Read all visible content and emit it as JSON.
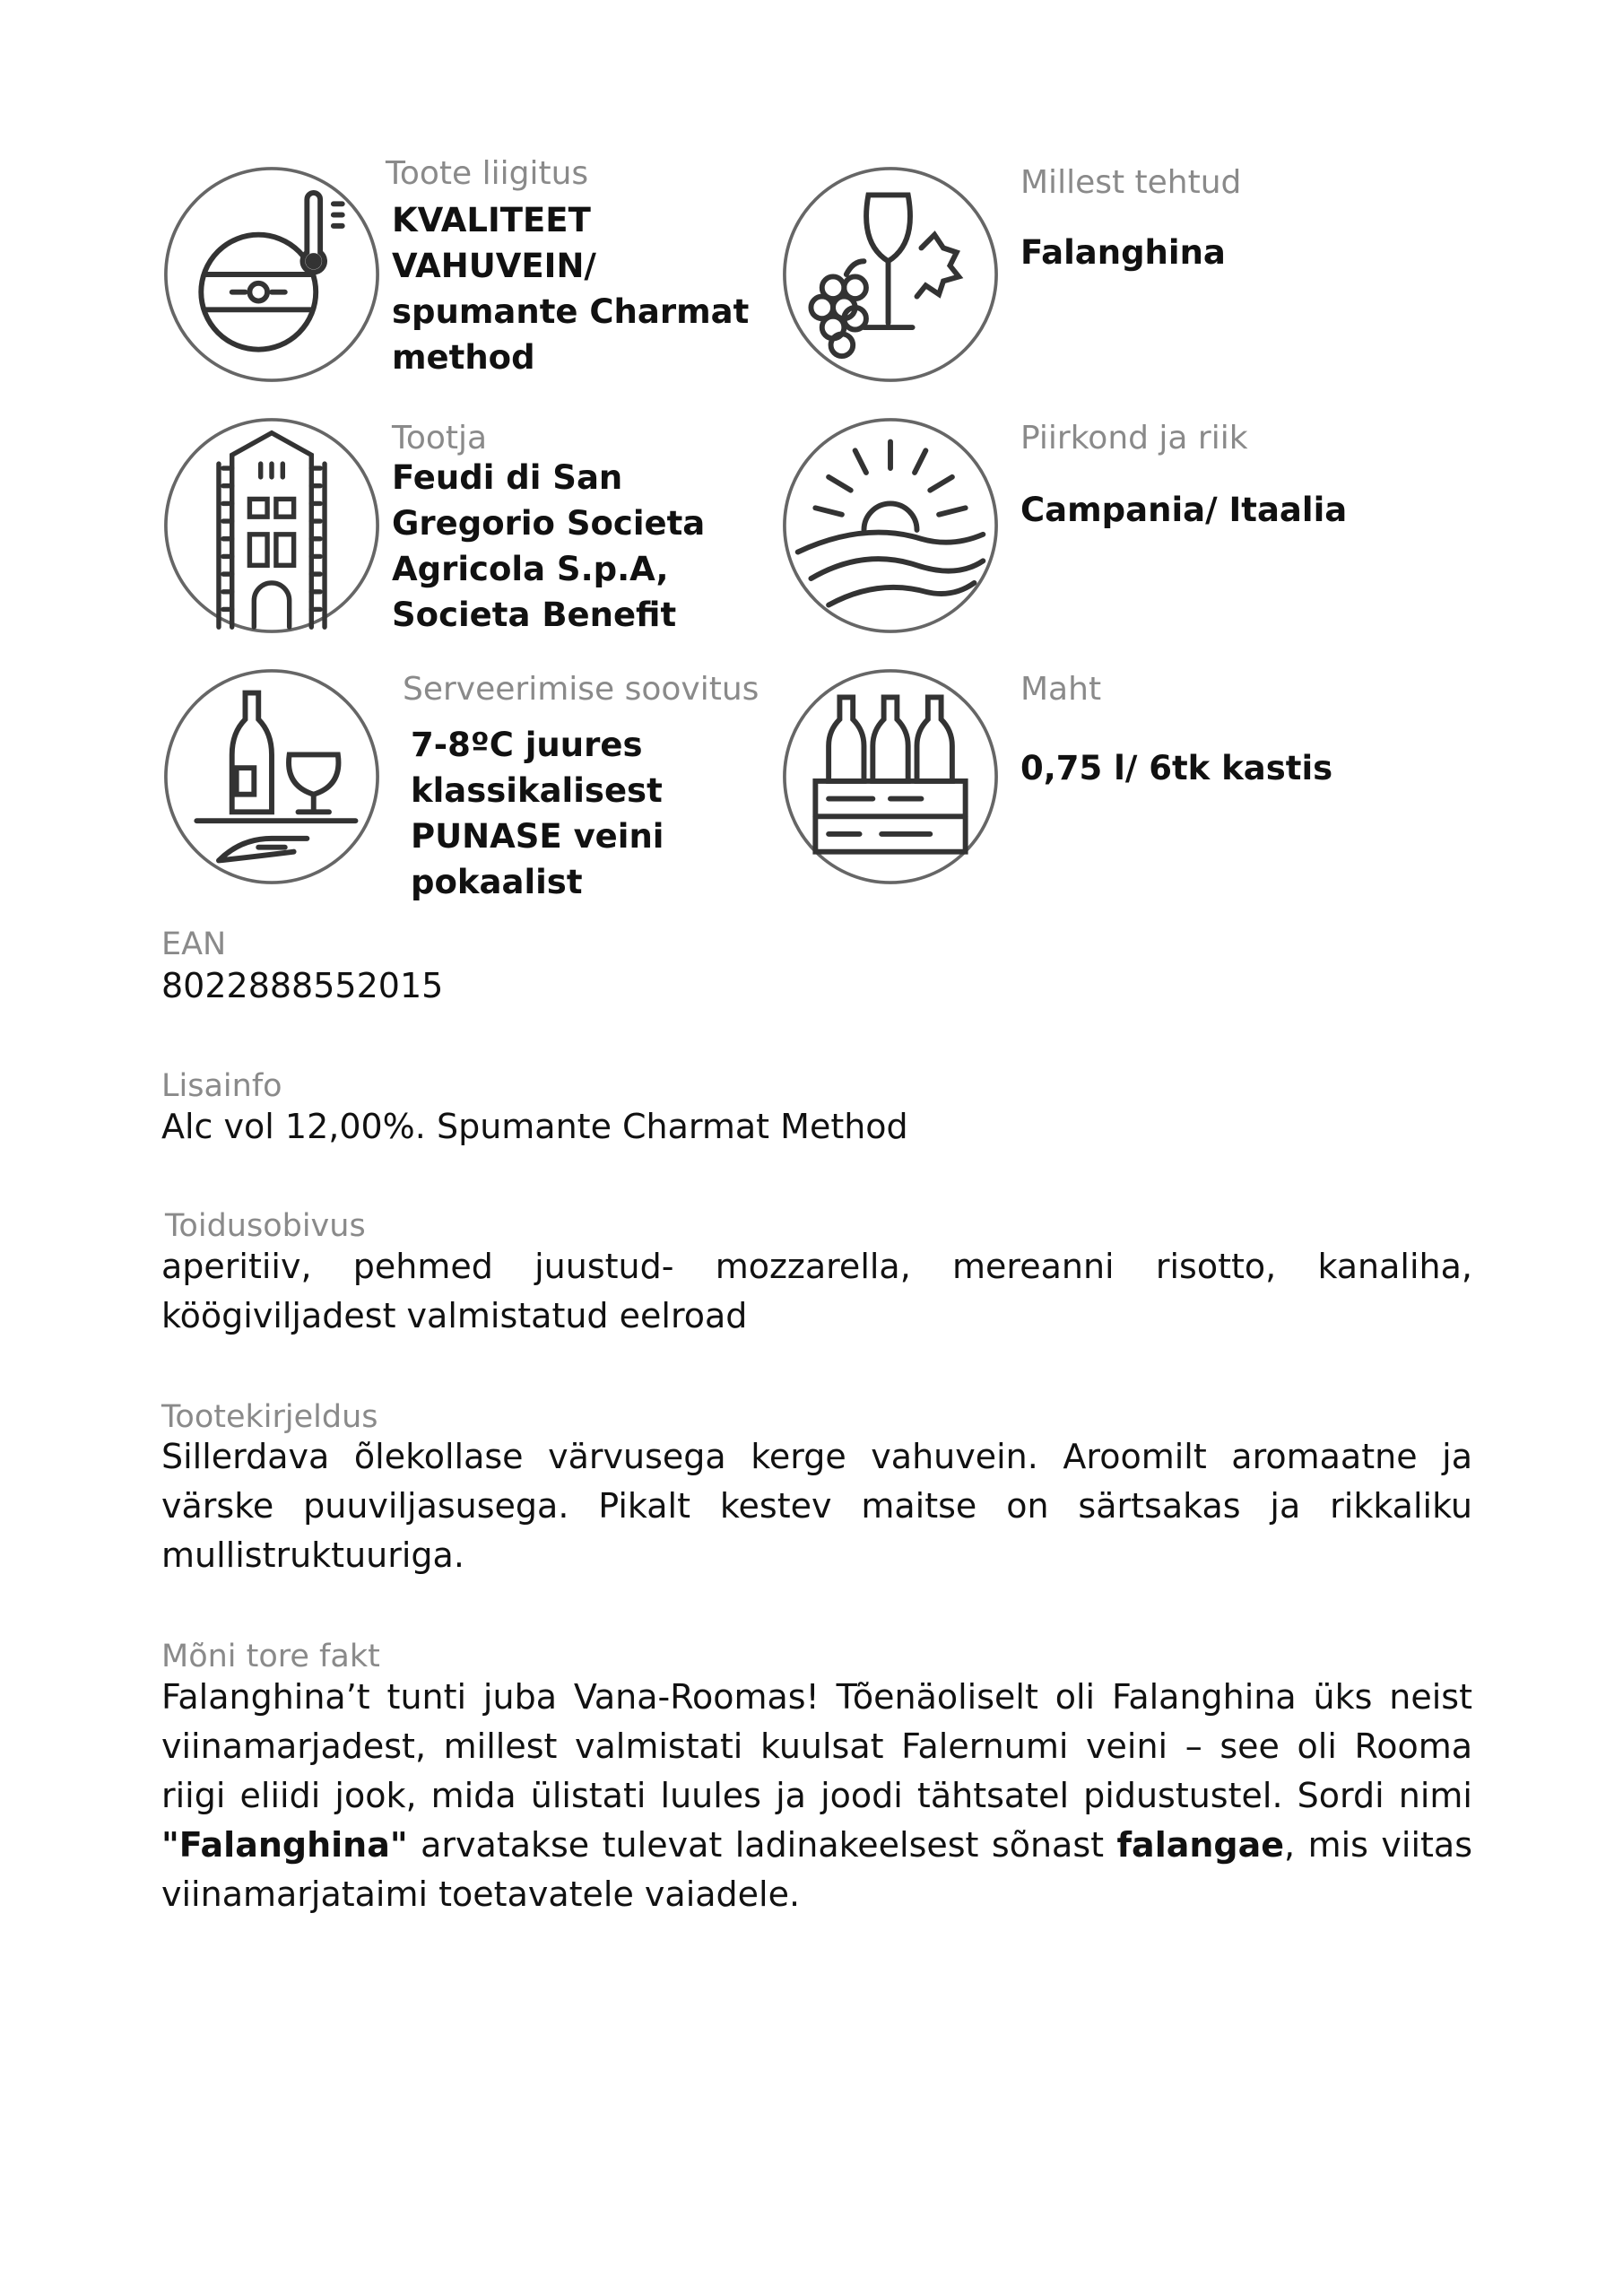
{
  "attributes": [
    {
      "icon": "barrel-thermometer-icon",
      "label": "Toote liigitus",
      "value": "KVALITEET\nVAHUVEIN/\nspumante Charmat\nmethod"
    },
    {
      "icon": "wine-glass-grapes-icon",
      "label": "Millest tehtud",
      "value": "Falanghina"
    },
    {
      "icon": "winery-building-icon",
      "label": "Tootja",
      "value": "Feudi di San\nGregorio Societa\nAgricola S.p.A,\nSocieta Benefit"
    },
    {
      "icon": "sunrise-hills-icon",
      "label": "Piirkond ja riik",
      "value": "Campania/ Itaalia"
    },
    {
      "icon": "serving-tray-icon",
      "label": "Serveerimise soovitus",
      "value": "7-8ºC juures\nklassikalisest\nPUNASE veini\npokaalist"
    },
    {
      "icon": "wine-crate-icon",
      "label": "Maht",
      "value": "0,75 l/ 6tk kastis"
    }
  ],
  "ean": {
    "label": "EAN",
    "value": "8022888552015"
  },
  "lisainfo": {
    "label": "Lisainfo",
    "value": "Alc vol 12,00%. Spumante Charmat Method"
  },
  "toidusobivus": {
    "label": "Toidusobivus",
    "value": "aperitiiv, pehmed juustud- mozzarella, mereanni risotto, kanaliha, köögiviljadest valmistatud eelroad"
  },
  "tootekirjeldus": {
    "label": "Tootekirjeldus",
    "value": "Sillerdava õlekollase värvusega kerge vahuvein. Aroomilt aromaatne ja värske puuviljasusega. Pikalt kestev maitse on särtsakas ja rikkaliku mullistruktuuriga."
  },
  "fakt": {
    "label": "Mõni tore fakt",
    "part1": "Falanghina’t tunti juba Vana-Roomas! Tõenäoliselt oli Falanghina üks neist viinamarjadest, millest valmistati kuulsat Falernumi veini – see oli Rooma riigi eliidi jook, mida ülistati luules ja joodi tähtsatel pidustustel. Sordi nimi ",
    "bold1": "\"Falanghina\"",
    "part2": " arvatakse tulevat ladinakeelsest sõnast ",
    "bold2": "falangae",
    "part3": ", mis viitas viinamarjataimi toetavatele vaiadele."
  },
  "colors": {
    "text": "#111111",
    "label": "#8a8a8a",
    "icon_stroke": "#444444",
    "background": "#ffffff"
  }
}
